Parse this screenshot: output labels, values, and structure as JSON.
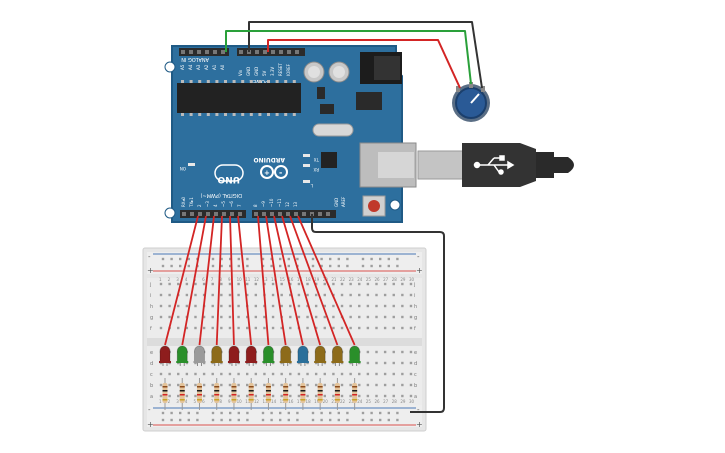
{
  "board": {
    "brand": "ARDUINO",
    "model": "UNO",
    "analog_header_label": "ANALOG IN",
    "power_header_label": "POWER",
    "digital_header_label": "DIGITAL (PWM~)",
    "on_label": "ON",
    "tx_label": "TX",
    "rx_label": "RX",
    "l_label": "L",
    "aref_label": "AREF",
    "gnd_label": "GND",
    "analog_pins": [
      "A5",
      "A4",
      "A3",
      "A2",
      "A1",
      "A0"
    ],
    "power_pins": [
      "Vin",
      "GND",
      "GND",
      "5V",
      "3.3V",
      "RESET",
      "IOREF"
    ],
    "digital_pins_right": [
      "13",
      "12",
      "~11",
      "~10",
      "~9",
      "8"
    ],
    "digital_pins_left": [
      "7",
      "~6",
      "~5",
      "4",
      "~3",
      "2",
      "TX▸1",
      "RX◂0"
    ]
  },
  "breadboard": {
    "row_letters_top": [
      "j",
      "i",
      "h",
      "g",
      "f"
    ],
    "row_letters_bottom": [
      "e",
      "d",
      "c",
      "b",
      "a"
    ],
    "column_numbers": [
      "1",
      "2",
      "3",
      "4",
      "5",
      "6",
      "7",
      "8",
      "9",
      "10",
      "11",
      "12",
      "13",
      "14",
      "15",
      "16",
      "17",
      "18",
      "19",
      "20",
      "21",
      "22",
      "23",
      "24",
      "25",
      "26",
      "27",
      "28",
      "29",
      "30"
    ],
    "rail_plus": "+",
    "rail_minus": "-"
  },
  "leds": [
    "red",
    "green",
    "white",
    "yellow",
    "red",
    "red",
    "green",
    "yellow",
    "blue",
    "yellow",
    "yellow",
    "green"
  ],
  "colors": {
    "board": "#2d6f9e",
    "board_edge": "#1f5a85",
    "header": "#2b2b2b",
    "breadboard": "#e9e9e9",
    "rail_red": "#d9534f",
    "rail_blue": "#4a78b5",
    "wire_red": "#d32525",
    "wire_green": "#2aa03a",
    "wire_black": "#333333",
    "led_red": "#8e1d1d",
    "led_green": "#2a8f2a",
    "led_white": "#9a9a9a",
    "led_yellow": "#8d6b1a",
    "led_blue": "#2a6f9a",
    "pot": "#2a5a96",
    "usb": "#333333"
  }
}
